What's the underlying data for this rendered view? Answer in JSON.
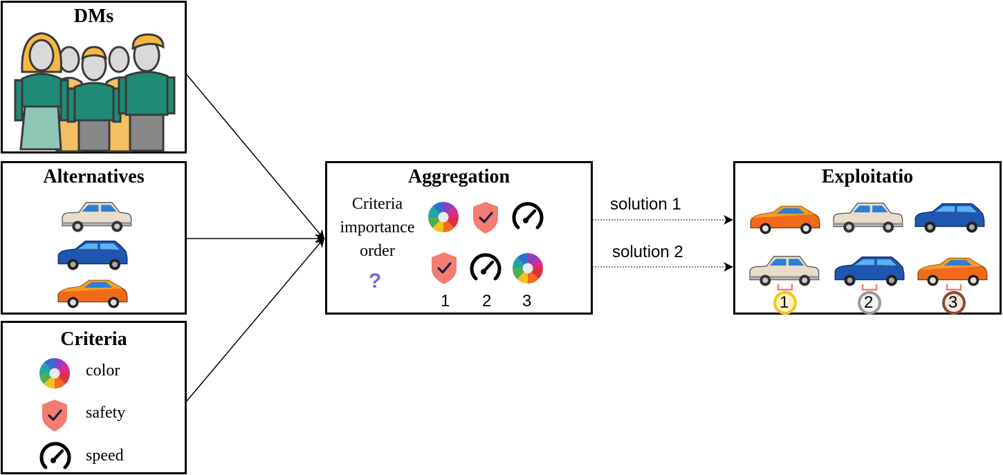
{
  "dms": {
    "title": "DMs"
  },
  "alternatives": {
    "title": "Alternatives"
  },
  "criteria": {
    "title": "Criteria",
    "items": [
      {
        "label": "color",
        "icon": "color-wheel-icon"
      },
      {
        "label": "safety",
        "icon": "shield-check-icon"
      },
      {
        "label": "speed",
        "icon": "speedometer-icon"
      }
    ]
  },
  "aggregation": {
    "title": "Aggregation",
    "order_label_line1": "Criteria",
    "order_label_line2": "importance",
    "order_label_line3": "order",
    "unknown_mark": "?",
    "ranks": [
      "1",
      "2",
      "3"
    ]
  },
  "flows": {
    "solution1": "solution 1",
    "solution2": "solution 2"
  },
  "exploitation": {
    "title": "Exploitatio",
    "medals": [
      "1",
      "2",
      "3"
    ]
  },
  "colors": {
    "teal": "#1f8a75",
    "hair": "#f5b942",
    "grey_person": "#c8c8c8",
    "safety": "#f47c72",
    "car_beige": "#e8dccb",
    "car_blue": "#1f56b0",
    "car_orange": "#f06a1c",
    "gold": "#f5c518",
    "silver": "#c0c0c0",
    "bronze": "#a0522d"
  }
}
